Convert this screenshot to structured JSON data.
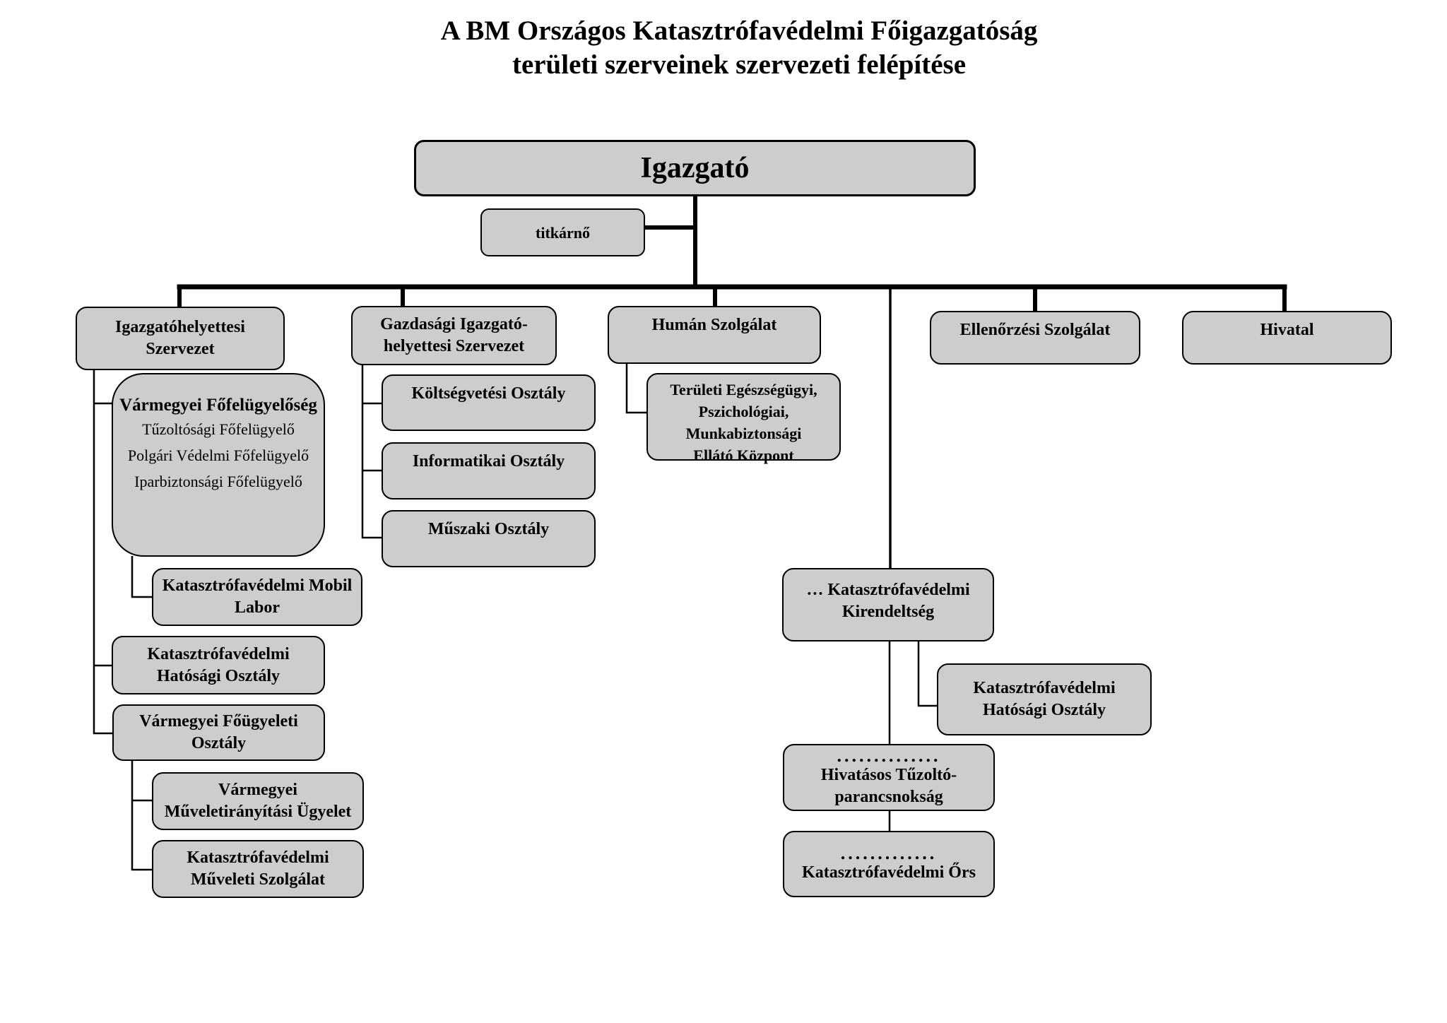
{
  "title": {
    "line1": "A BM Országos Katasztrófavédelmi Főigazgatóság",
    "line2": "területi szerveinek szervezeti felépítése"
  },
  "colors": {
    "box_fill": "#cdcdcd",
    "box_border": "#000000",
    "connector_line": "#000000",
    "background": "#ffffff"
  },
  "nodes": {
    "igazgato": {
      "lines": [
        "Igazgató"
      ]
    },
    "titkarno": {
      "lines": [
        "titkárnő"
      ]
    },
    "igazgatohelyettesi_szervezet": {
      "lines": [
        "Igazgatóhelyettesi",
        "Szervezet"
      ]
    },
    "gazdasagi_szervezet": {
      "lines": [
        "Gazdasági Igazgató-",
        "helyettesi Szervezet"
      ]
    },
    "human_szolgalat": {
      "lines": [
        "Humán Szolgálat"
      ]
    },
    "ellenorzesi_szolgalat": {
      "lines": [
        "Ellenőrzési Szolgálat"
      ]
    },
    "hivatal": {
      "lines": [
        "Hivatal"
      ]
    },
    "varmegyei_fofelugyeloseg": {
      "title": "Vármegyei Főfelügyelőség",
      "items": [
        "Tűzoltósági Főfelügyelő",
        "Polgári Védelmi Főfelügyelő",
        "Iparbiztonsági Főfelügyelő"
      ]
    },
    "mobil_labor": {
      "lines": [
        "Katasztrófavédelmi Mobil",
        "Labor"
      ]
    },
    "kat_hatosagi_osztaly_megyei": {
      "lines": [
        "Katasztrófavédelmi",
        "Hatósági Osztály"
      ]
    },
    "varmegyei_fougyeleti_osztaly": {
      "lines": [
        "Vármegyei Főügyeleti",
        "Osztály"
      ]
    },
    "muveletiranyitasi_ugyelet": {
      "lines": [
        "Vármegyei",
        "Műveletirányítási Ügyelet"
      ]
    },
    "muveleti_szolgalat": {
      "lines": [
        "Katasztrófavédelmi",
        "Műveleti Szolgálat"
      ]
    },
    "koltsegvetesi_osztaly": {
      "lines": [
        "Költségvetési Osztály"
      ]
    },
    "informatikai_osztaly": {
      "lines": [
        "Informatikai Osztály"
      ]
    },
    "muszaki_osztaly": {
      "lines": [
        "Műszaki Osztály"
      ]
    },
    "teruleti_ellato_kozpont": {
      "lines": [
        "Területi Egészségügyi,",
        "Pszichológiai,",
        "Munkabiztonsági",
        "Ellátó Központ"
      ]
    },
    "kirendeltseg": {
      "lines": [
        "… Katasztrófavédelmi",
        "Kirendeltség"
      ]
    },
    "kat_hatosagi_osztaly_kirendeltseg": {
      "lines": [
        "Katasztrófavédelmi",
        "Hatósági Osztály"
      ]
    },
    "tuzolto_parancsnoksag": {
      "dots": "..............",
      "lines": [
        "Hivatásos Tűzoltó-",
        "parancsnokság"
      ]
    },
    "katasztrofavedelmi_ors": {
      "dots": ".............",
      "lines": [
        "Katasztrófavédelmi Őrs"
      ]
    }
  }
}
